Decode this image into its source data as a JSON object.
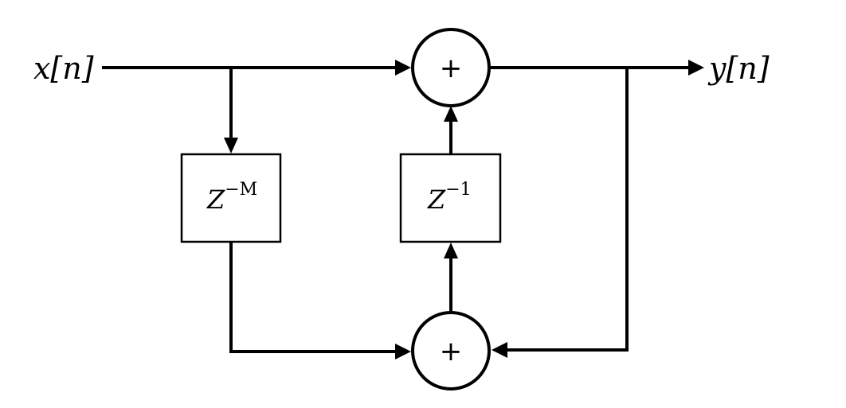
{
  "diagram": {
    "input_label": "x[n]",
    "output_label": "y[n]",
    "blocks": [
      {
        "base": "Z",
        "exponent": "−M"
      },
      {
        "base": "Z",
        "exponent": "−1"
      }
    ],
    "summing_nodes": [
      {
        "symbol": "+"
      },
      {
        "symbol": "+"
      }
    ]
  }
}
